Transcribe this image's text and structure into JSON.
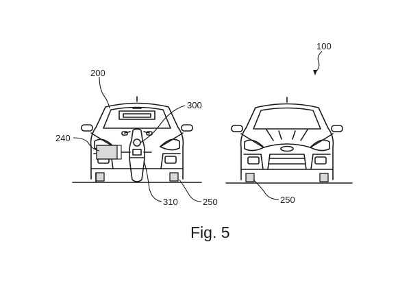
{
  "figure": {
    "caption": "Fig. 5",
    "labels": {
      "vehicle_system": "100",
      "rear_vehicle": "200",
      "motorcycle": "300",
      "box": "240",
      "mount": "310",
      "wheel_left": "250",
      "wheel_right": "250"
    }
  }
}
